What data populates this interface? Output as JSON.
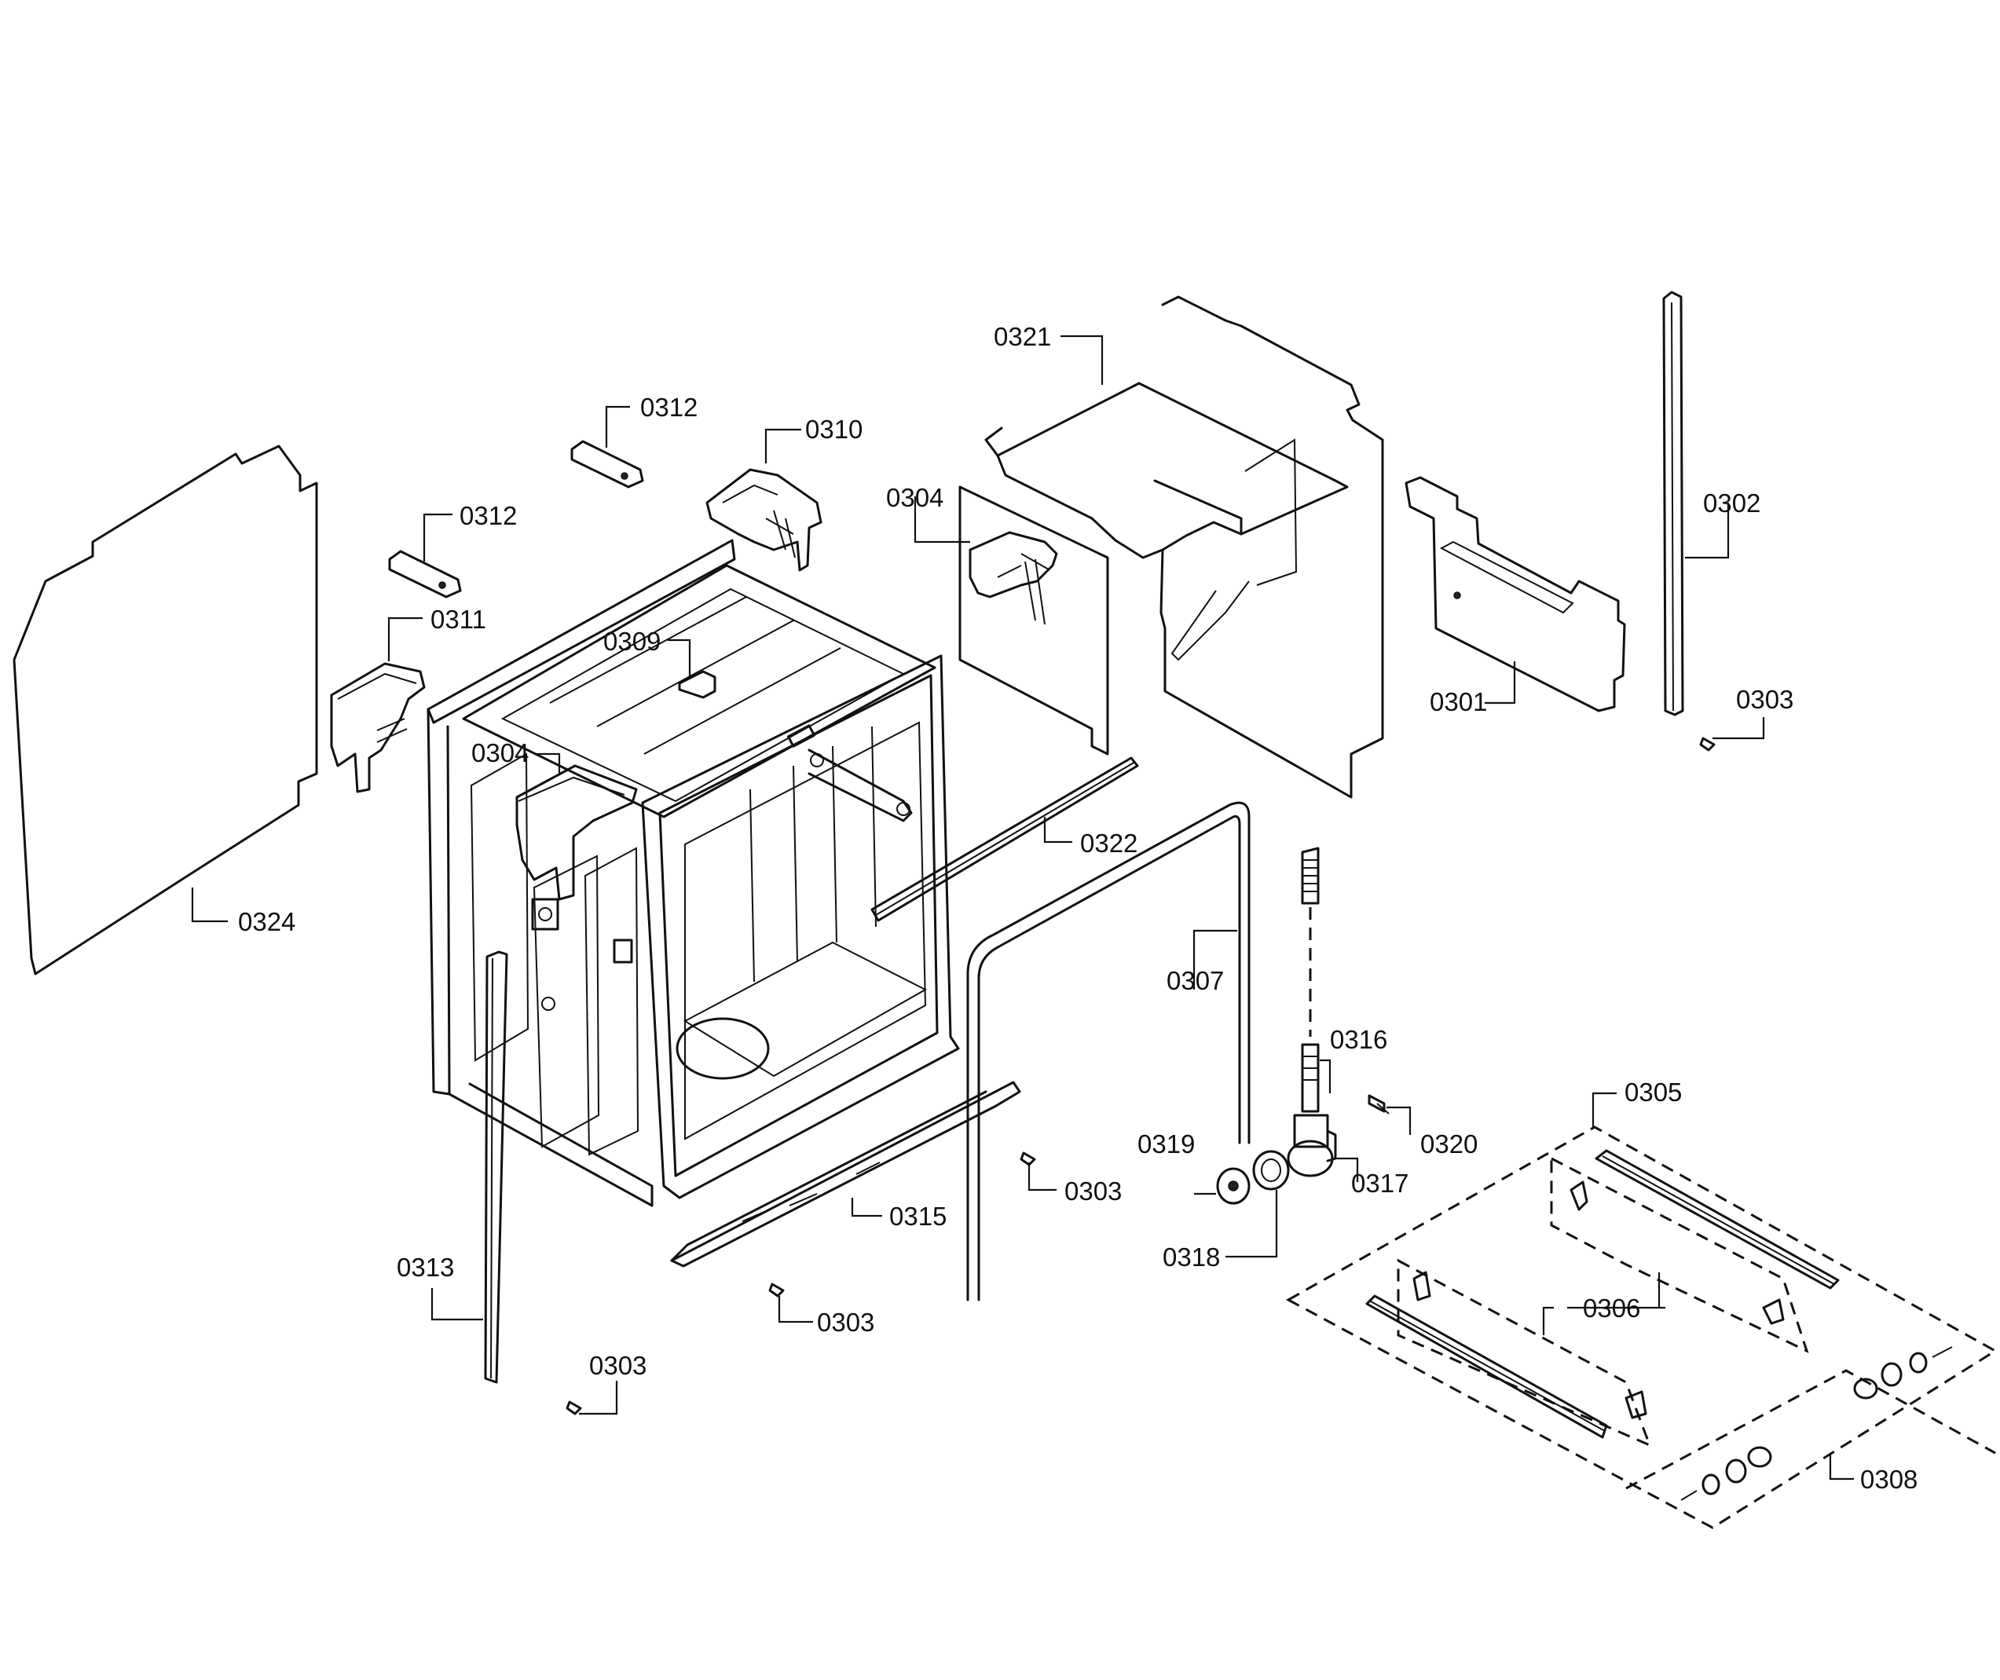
{
  "callouts": [
    {
      "id": "c-0321",
      "text": "0321"
    },
    {
      "id": "c-0312a",
      "text": "0312"
    },
    {
      "id": "c-0310",
      "text": "0310"
    },
    {
      "id": "c-0304a",
      "text": "0304"
    },
    {
      "id": "c-0302",
      "text": "0302"
    },
    {
      "id": "c-0312b",
      "text": "0312"
    },
    {
      "id": "c-0311",
      "text": "0311"
    },
    {
      "id": "c-0309",
      "text": "0309"
    },
    {
      "id": "c-0301",
      "text": "0301"
    },
    {
      "id": "c-0303a",
      "text": "0303"
    },
    {
      "id": "c-0304b",
      "text": "0304"
    },
    {
      "id": "c-0322",
      "text": "0322"
    },
    {
      "id": "c-0324",
      "text": "0324"
    },
    {
      "id": "c-0307",
      "text": "0307"
    },
    {
      "id": "c-0316",
      "text": "0316"
    },
    {
      "id": "c-0305",
      "text": "0305"
    },
    {
      "id": "c-0319",
      "text": "0319"
    },
    {
      "id": "c-0320",
      "text": "0320"
    },
    {
      "id": "c-0303b",
      "text": "0303"
    },
    {
      "id": "c-0317",
      "text": "0317"
    },
    {
      "id": "c-0315",
      "text": "0315"
    },
    {
      "id": "c-0318",
      "text": "0318"
    },
    {
      "id": "c-0313",
      "text": "0313"
    },
    {
      "id": "c-0306",
      "text": "0306"
    },
    {
      "id": "c-0303c",
      "text": "0303"
    },
    {
      "id": "c-0303d",
      "text": "0303"
    },
    {
      "id": "c-0308",
      "text": "0308"
    }
  ]
}
